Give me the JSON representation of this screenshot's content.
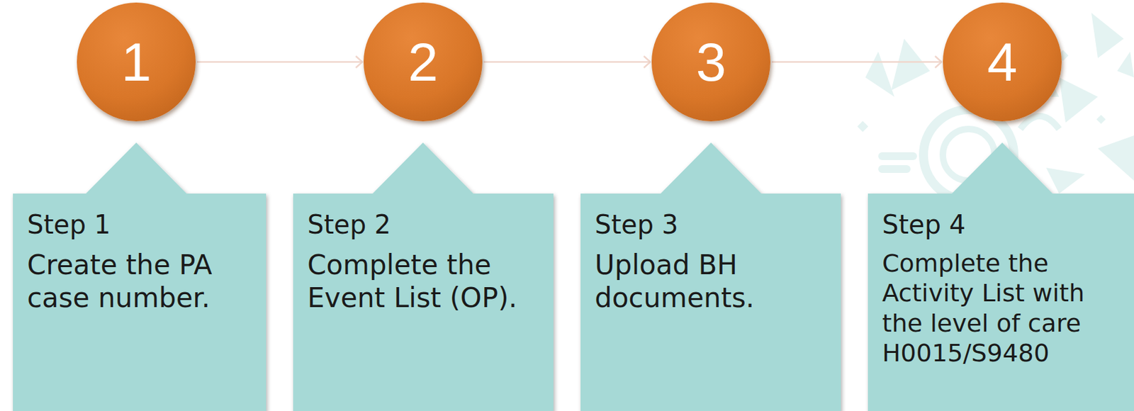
{
  "diagram": {
    "nodes": [
      {
        "text": [
          "1"
        ]
      },
      {
        "text": [
          "Step 1",
          "Create the PA case number."
        ]
      },
      {
        "text": [
          "2"
        ]
      },
      {
        "text": [
          "Step 2",
          "Complete the Event List (OP)."
        ]
      },
      {
        "text": [
          "3"
        ]
      },
      {
        "text": [
          "Step 3",
          "Upload BH documents."
        ]
      },
      {
        "text": [
          "4"
        ]
      },
      {
        "text": [
          "Step 4",
          "Complete the Activity List with the level of care H0015/S9480"
        ]
      }
    ],
    "edges": [
      {
        "from": 0,
        "to": 2,
        "arrow": "to"
      },
      {
        "from": 2,
        "to": 4,
        "arrow": "to"
      },
      {
        "from": 4,
        "to": 6,
        "arrow": "to"
      }
    ]
  }
}
